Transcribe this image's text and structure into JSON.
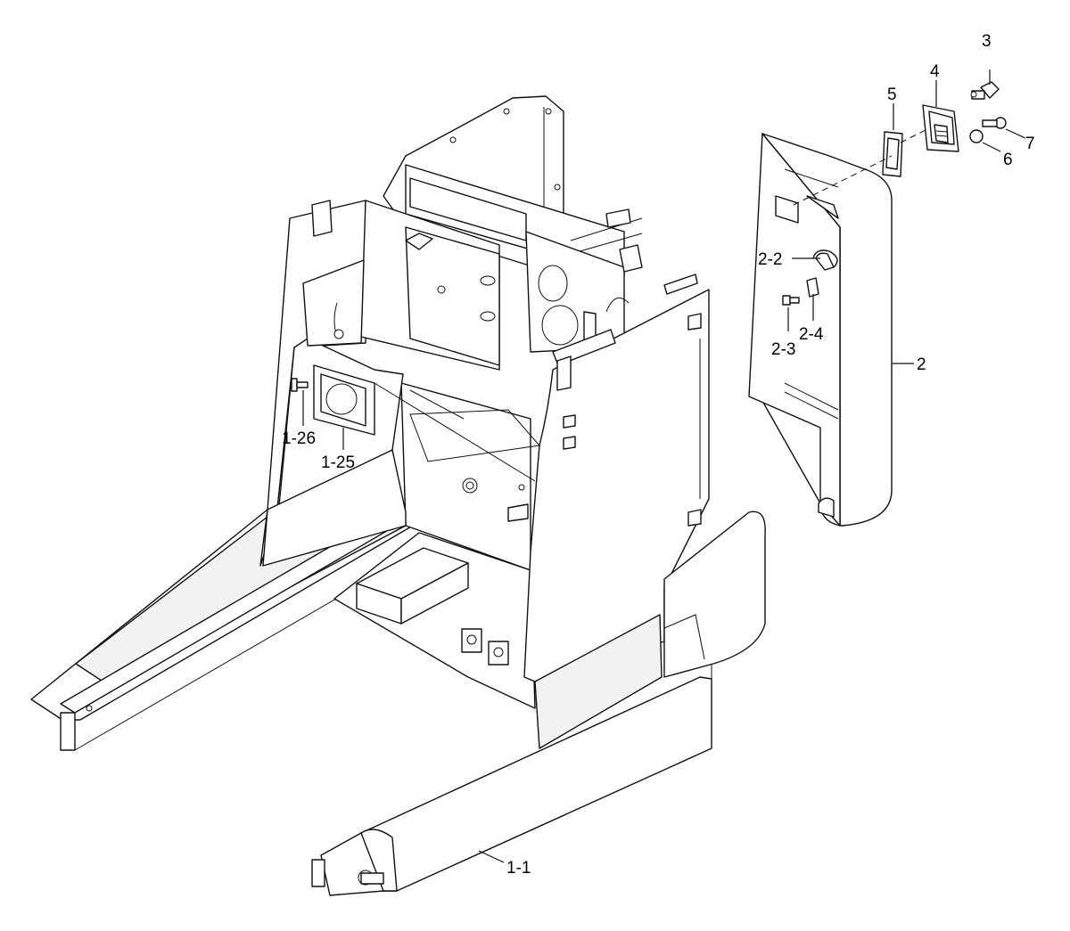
{
  "diagram": {
    "callouts": {
      "c1_1": "1-1",
      "c1_25": "1-25",
      "c1_26": "1-26",
      "c2": "2",
      "c2_2": "2-2",
      "c2_3": "2-3",
      "c2_4": "2-4",
      "c3": "3",
      "c4": "4",
      "c5": "5",
      "c6": "6",
      "c7": "7"
    },
    "colors": {
      "line": "#111111",
      "background": "#ffffff"
    }
  }
}
